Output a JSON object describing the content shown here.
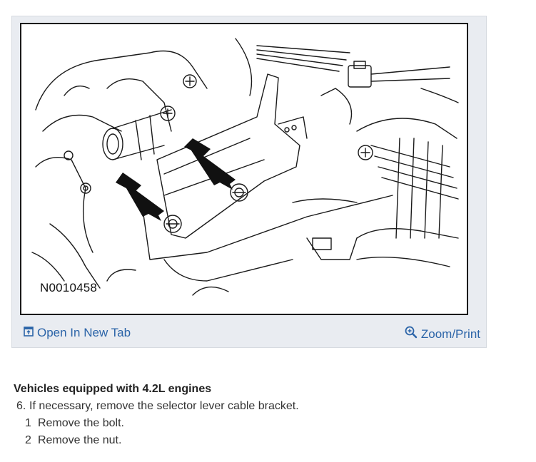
{
  "figure": {
    "code": "N0010458",
    "open_in_new_tab_label": "Open In New Tab",
    "zoom_print_label": "Zoom/Print",
    "open_icon": "external-tab-icon",
    "zoom_icon": "zoom-in-icon",
    "link_color": "#2b64a8",
    "frame_background": "#e9ecf1"
  },
  "content": {
    "heading": "Vehicles equipped with 4.2L engines",
    "steps": [
      {
        "number": "6.",
        "text": "If necessary, remove the selector lever cable bracket.",
        "substeps": [
          {
            "number": "1",
            "text": "Remove the bolt."
          },
          {
            "number": "2",
            "text": "Remove the nut."
          }
        ]
      }
    ]
  }
}
